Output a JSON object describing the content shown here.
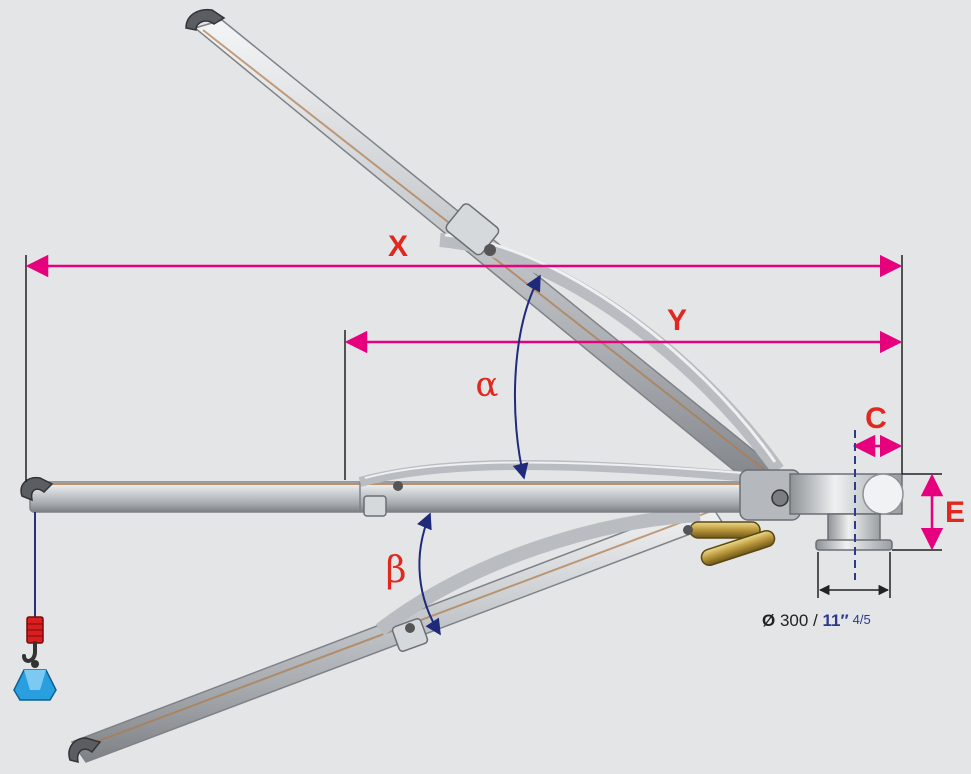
{
  "labels": {
    "x": "X",
    "y": "Y",
    "c": "C",
    "e": "E",
    "alpha": "α",
    "beta": "β"
  },
  "base_dimension": {
    "symbol": "Ø",
    "metric": " 300 / ",
    "inch_whole": "11″",
    "inch_fraction": "4/5"
  },
  "colors": {
    "background": "#e4e5e6",
    "dimension_magenta": "#e6007e",
    "angle_navy": "#1f2a7a",
    "label_red": "#e0281e",
    "inch_blue": "#2d3a8c",
    "steel": "#c9cccf",
    "copper": "#b07a4a",
    "brass": "#b8953a",
    "weight_blue": "#2a9fe0",
    "counterweight_red": "#d81e1e"
  }
}
